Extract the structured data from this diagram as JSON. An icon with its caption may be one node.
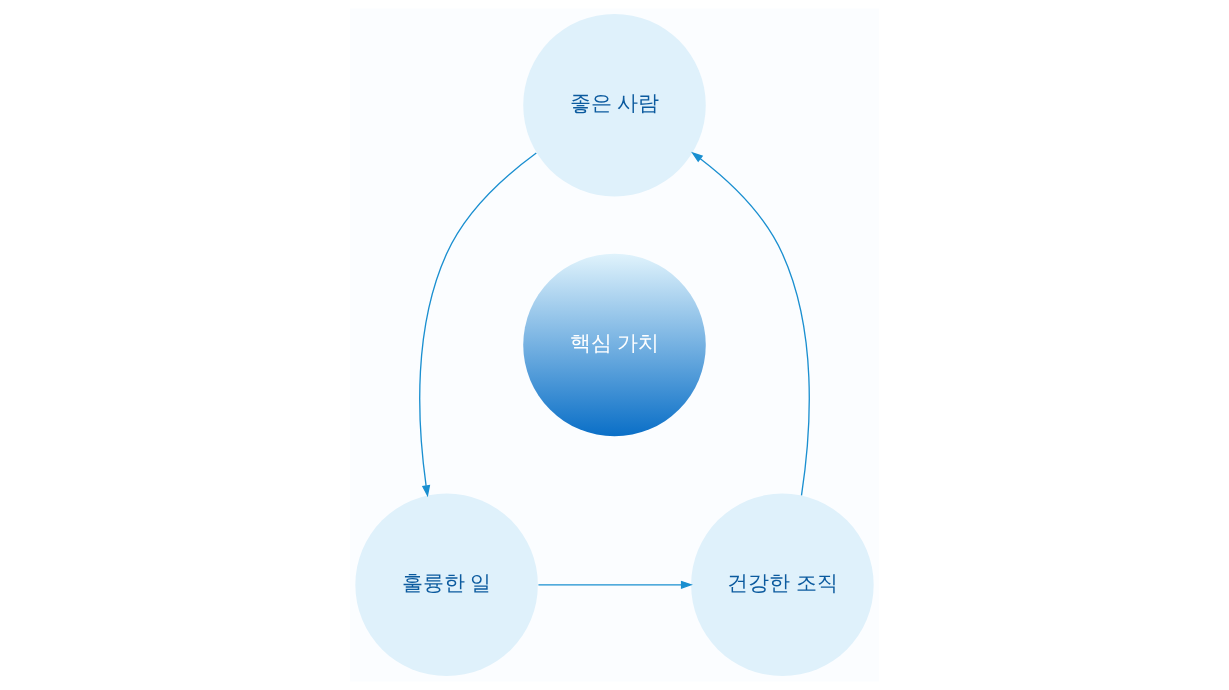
{
  "diagram": {
    "nodes": [
      {
        "text": [
          "좋은 사람"
        ]
      },
      {
        "text": [
          "핵심 가치"
        ]
      },
      {
        "text": [
          "훌륭한 일"
        ]
      },
      {
        "text": [
          "건강한 조직"
        ]
      }
    ],
    "edges": [
      {
        "from": 0,
        "to": 2,
        "arrow": "to"
      },
      {
        "from": 2,
        "to": 3,
        "arrow": "to"
      },
      {
        "from": 3,
        "to": 0,
        "arrow": "to"
      }
    ]
  }
}
